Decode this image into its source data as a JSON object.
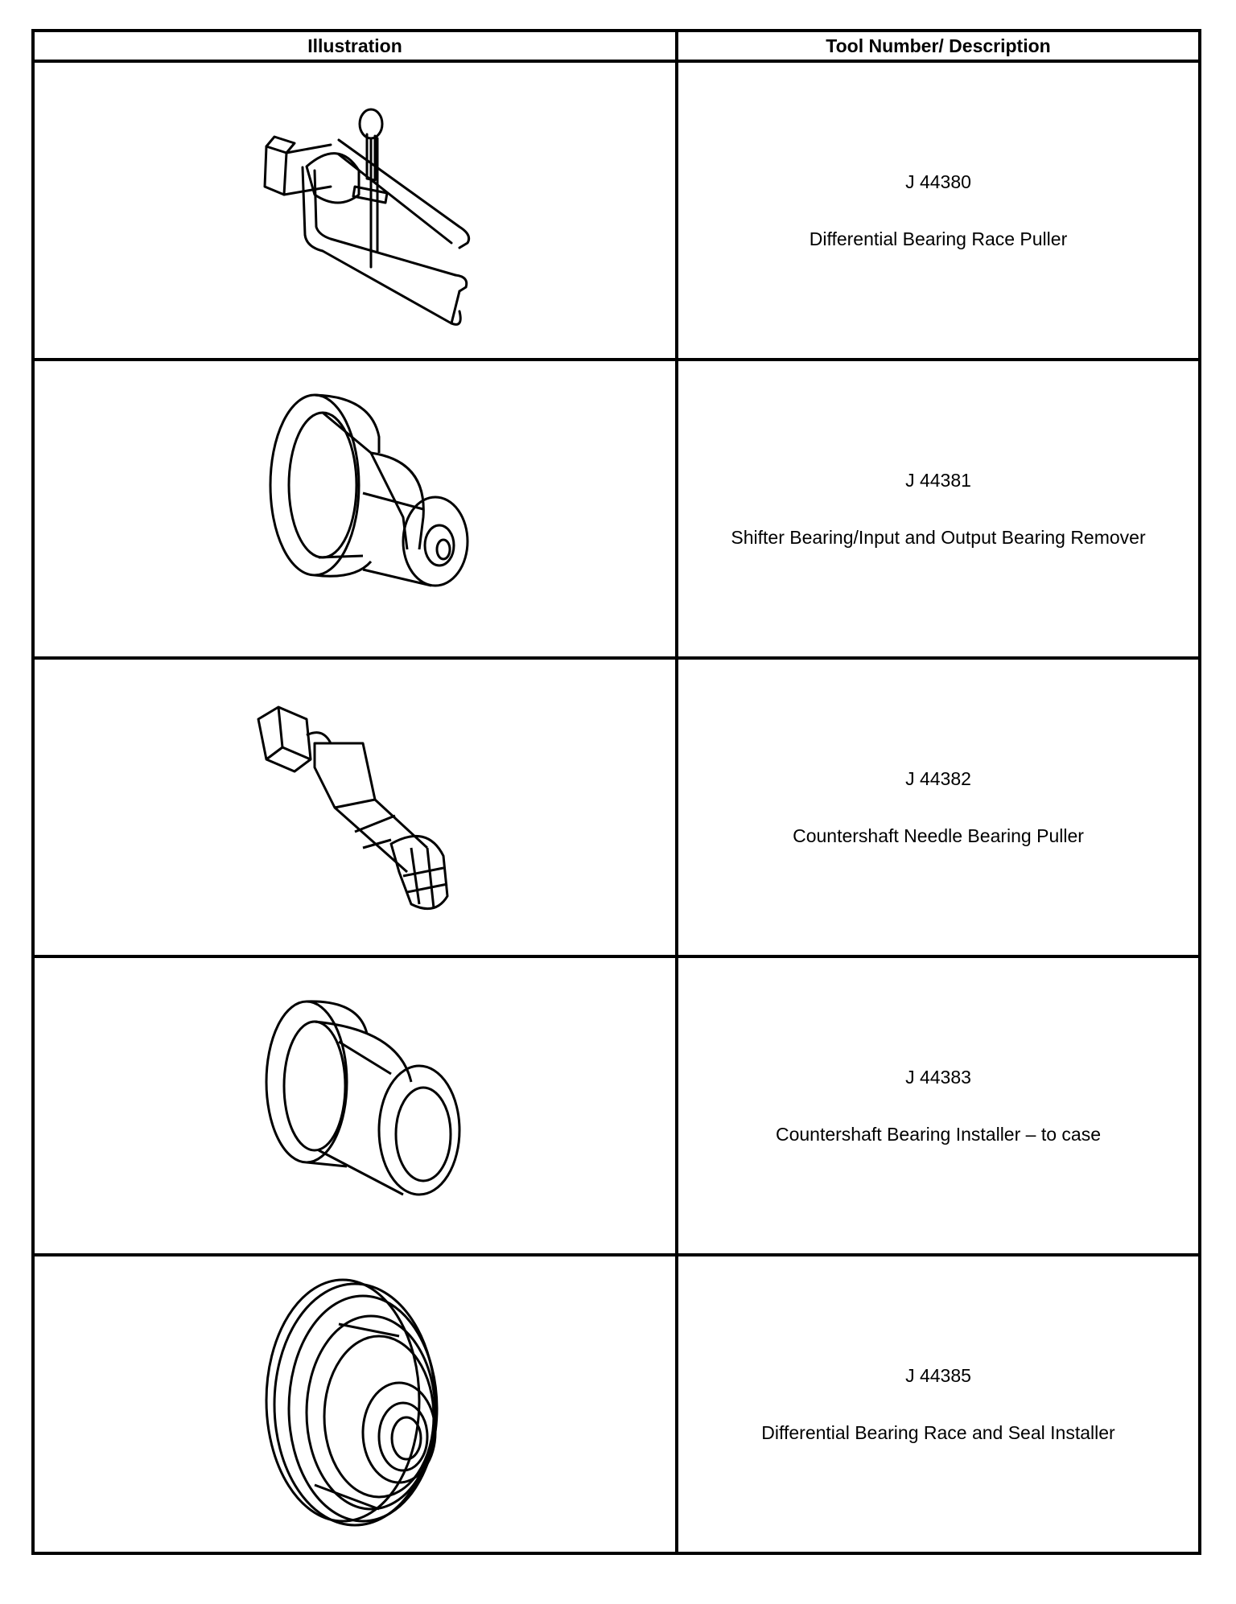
{
  "table": {
    "headers": [
      "Illustration",
      "Tool Number/ Description"
    ],
    "rows": [
      {
        "tool_number": "J 44380",
        "description": "Differential Bearing Race Puller",
        "icon": "race-puller-icon"
      },
      {
        "tool_number": "J 44381",
        "description": "Shifter Bearing/Input and Output Bearing Remover",
        "icon": "bearing-remover-icon"
      },
      {
        "tool_number": "J 44382",
        "description": "Countershaft Needle Bearing Puller",
        "icon": "needle-bearing-puller-icon"
      },
      {
        "tool_number": "J 44383",
        "description": "Countershaft Bearing Installer – to case",
        "icon": "bearing-installer-icon"
      },
      {
        "tool_number": "J 44385",
        "description": "Differential Bearing Race and Seal Installer",
        "icon": "race-seal-installer-icon"
      }
    ]
  }
}
